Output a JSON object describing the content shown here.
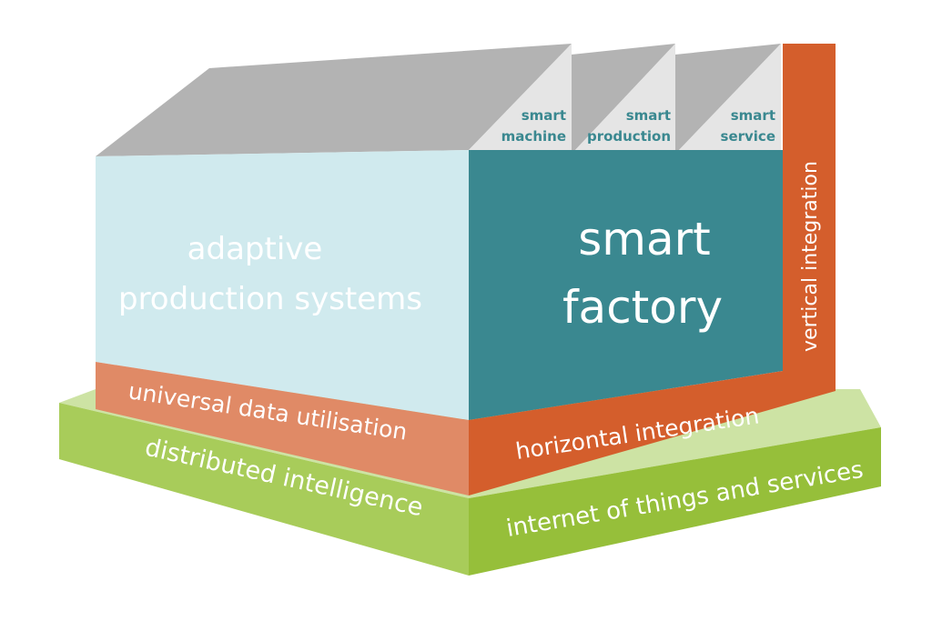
{
  "diagram": {
    "roof_labels": [
      {
        "line1": "smart",
        "line2": "machine"
      },
      {
        "line1": "smart",
        "line2": "production"
      },
      {
        "line1": "smart",
        "line2": "service"
      }
    ],
    "left_face": {
      "line1": "adaptive",
      "line2": "production systems"
    },
    "front_face": {
      "line1": "smart",
      "line2": "factory"
    },
    "vertical_bar": "vertical integration",
    "left_band": "universal data utilisation",
    "right_band": "horizontal integration",
    "base_left": "distributed intelligence",
    "base_right": "internet of things and services"
  },
  "colors": {
    "light_blue": "#d0eaee",
    "teal": "#3a8890",
    "orange": "#d45e2c",
    "salmon": "#e08a66",
    "green_left": "#a8cc5a",
    "green_right": "#96bf3a",
    "green_top": "#cde3a4",
    "roof_gray": "#b3b3b3",
    "roof_light": "#e5e5e5"
  }
}
